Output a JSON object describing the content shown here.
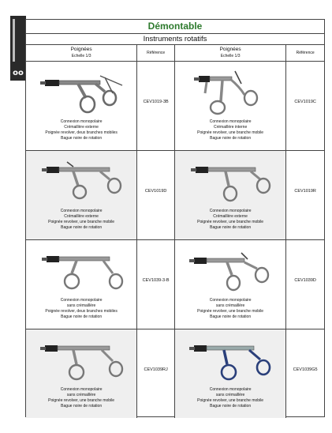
{
  "side_tab": {
    "letters": "oo"
  },
  "title": "Démontable",
  "subtitle": "Instruments rotatifs",
  "headers": {
    "col1": "Poignées",
    "col1_scale": "Echelle 1/3",
    "col2": "Référence",
    "col3": "Poignées",
    "col3_scale": "Echelle 1/3",
    "col4": "Référence"
  },
  "rows": [
    {
      "left": {
        "lines": [
          "Connexion monopolaire",
          "Crémaillère externe",
          "Poignée revolver, deux branches mobiles",
          "Bague noire de rotation"
        ],
        "ref": "CEV1019-3B"
      },
      "right": {
        "lines": [
          "Connexion monopolaire",
          "Crémaillère interne",
          "Poignée revolver, une branche mobile",
          "Bague noire de rotation"
        ],
        "ref": "CEV1019C"
      }
    },
    {
      "left": {
        "lines": [
          "Connexion monopolaire",
          "Crémaillère externe",
          "Poignée revolver, une branche mobile",
          "Bague noire de rotation"
        ],
        "ref": "CEV1019D"
      },
      "right": {
        "lines": [
          "Connexion monopolaire",
          "Crémaillère externe",
          "Poignée revolver, une branche mobile",
          "Bague noire de rotation"
        ],
        "ref": "CEV1019R"
      }
    },
    {
      "left": {
        "lines": [
          "Connexion monopolaire",
          "sans crémaillère",
          "Poignée revolver, deux branches mobiles",
          "Bague noire de rotation"
        ],
        "ref": "CEV1039-3-B"
      },
      "right": {
        "lines": [
          "Connexion monopolaire",
          "sans crémaillère",
          "Poignée revolver, une branche mobile",
          "Bague noire de rotation"
        ],
        "ref": "CEV1039D"
      }
    },
    {
      "left": {
        "lines": [
          "Connexion monopolaire",
          "sans crémaillère",
          "Poignée revolver, une branche mobile",
          "Bague noire de rotation"
        ],
        "ref": "CEV1039RJ"
      },
      "right": {
        "lines": [
          "Connexion monopolaire",
          "sans crémaillère",
          "Poignée revolver, une branche mobile",
          "Bague noire de rotation"
        ],
        "ref": "CEV1039G5"
      }
    }
  ]
}
